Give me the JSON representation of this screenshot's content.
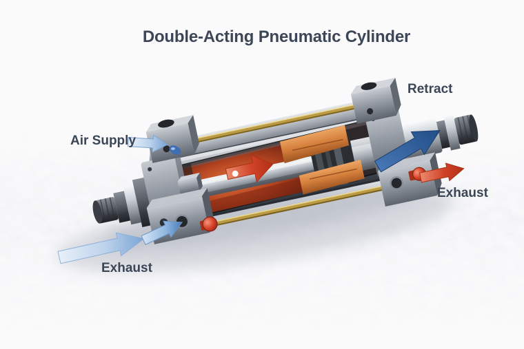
{
  "title": "Double-Acting Pneumatic Cylinder",
  "labels": {
    "air_supply": "Air Supply",
    "retract": "Retract",
    "exhaust_right": "Exhaust",
    "exhaust_bottom_left": "Exhaust"
  },
  "arrows": [
    {
      "name": "air-supply-arrow",
      "color": "#a9c6e8",
      "direction": "right"
    },
    {
      "name": "retract-arrow",
      "color": "#2d5b96",
      "direction": "up-right"
    },
    {
      "name": "exhaust-right-arrow",
      "color": "#d6492b",
      "direction": "right"
    },
    {
      "name": "exhaust-bottom-left-arrow",
      "color": "#a9c6e8",
      "direction": "up-right"
    },
    {
      "name": "piston-drive-arrow",
      "color": "#d0442a",
      "direction": "right"
    }
  ],
  "colors": {
    "background": "#fbfbfc",
    "title_text": "#3d4656",
    "label_text": "#3a4556",
    "body_metal": "#8d939d",
    "dark_metal": "#41464e",
    "tie_rod_brass": "#bb9b45",
    "piston_seal_copper": "#d47f3c",
    "chamber_glow": "#b9441f",
    "knob_red": "#d8452c",
    "supply_blue_light": "#a9c6e8",
    "retract_blue_dark": "#2d5b96",
    "exhaust_red": "#d6492b"
  }
}
